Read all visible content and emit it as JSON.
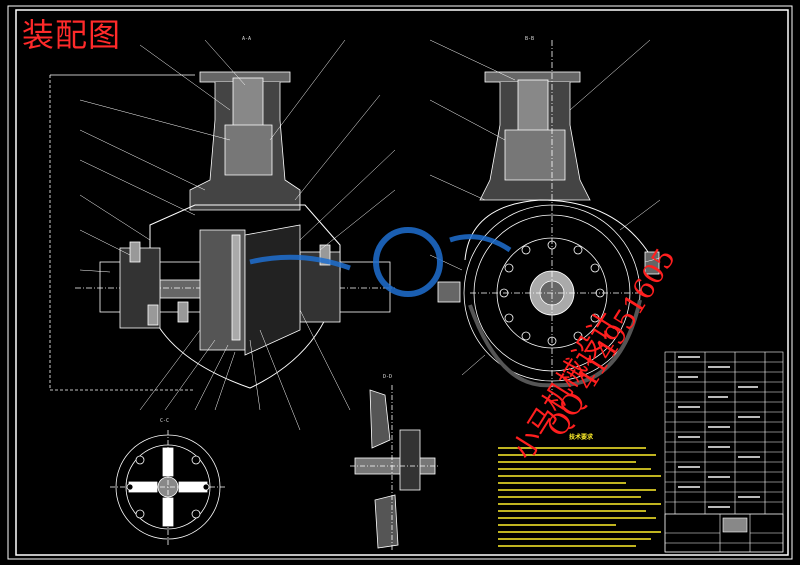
{
  "drawing": {
    "title": "装配图",
    "watermark_line1": "小马机械设计",
    "watermark_line2": "QQ 414951605",
    "notes_title": "技术要求",
    "section_labels": [
      "A-A",
      "B-B",
      "C-C",
      "D-D"
    ]
  },
  "colors": {
    "background": "#000000",
    "linework": "#ffffff",
    "title": "#ff2a2a",
    "watermark": "#ff1f1f",
    "notes": "#ffef2a",
    "logo": "#1f6fd0"
  }
}
